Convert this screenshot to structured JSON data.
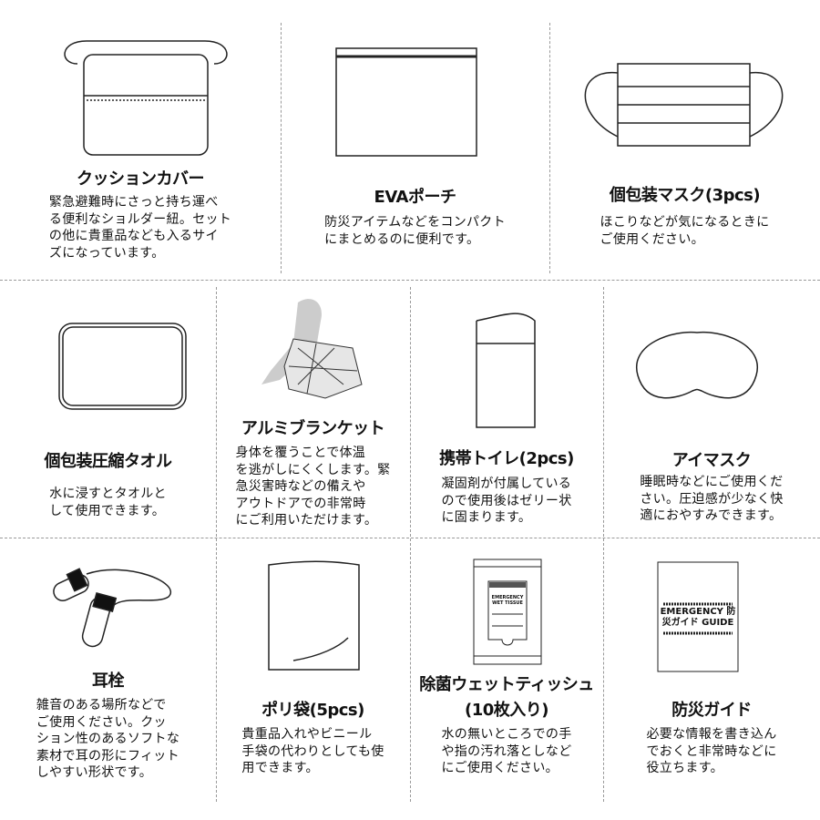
{
  "items": [
    {
      "title": "クッションカバー",
      "desc": "緊急避難時にさっと持ち運べ\nる便利なショルダー紐。セット\nの他に貴重品なども入るサイ\nズになっています。",
      "icon": "cushion-cover-bag-icon"
    },
    {
      "title": "EVAポーチ",
      "desc": "防災アイテムなどをコンパクト\nにまとめるのに便利です。",
      "icon": "eva-pouch-icon"
    },
    {
      "title": "個包装マスク(3pcs)",
      "desc": "ほこりなどが気になるときに\nご使用ください。",
      "icon": "mask-icon"
    },
    {
      "title": "個包装圧縮タオル",
      "desc": "水に浸すとタオルと\nして使用できます。",
      "icon": "compressed-towel-icon"
    },
    {
      "title": "アルミブランケット",
      "desc": "身体を覆うことで体温\nを逃がしにくくします。緊\n急災害時などの備えや\nアウトドアでの非常時\nにご利用いただけます。",
      "icon": "aluminum-blanket-icon"
    },
    {
      "title": "携帯トイレ(2pcs)",
      "desc": "凝固剤が付属している\nので使用後はゼリー状\nに固まります。",
      "icon": "portable-toilet-icon"
    },
    {
      "title": "アイマスク",
      "desc": "睡眠時などにご使用くだ\nさい。圧迫感が少なく快\n適におやすみできます。",
      "icon": "eye-mask-icon"
    },
    {
      "title": "耳栓",
      "desc": "雑音のある場所などで\nご使用ください。クッ\nション性のあるソフトな\n素材で耳の形にフィット\nしやすい形状です。",
      "icon": "earplugs-icon"
    },
    {
      "title": "ポリ袋(5pcs)",
      "desc": "貴重品入れやビニール\n手袋の代わりとしても使\n用できます。",
      "icon": "plastic-bag-icon"
    },
    {
      "title": "除菌ウェットティッシュ\n(10枚入り)",
      "desc": "水の無いところでの手\nや指の汚れ落としなど\nにご使用ください。",
      "icon": "wet-tissue-icon",
      "package_text": "EMERGENCY WET TISSUE"
    },
    {
      "title": "防災ガイド",
      "desc": "必要な情報を書き込ん\nでおくと非常時などに\n役立ちます。",
      "icon": "emergency-guide-icon",
      "package_text": "EMERGENCY 防災ガイド GUIDE"
    }
  ]
}
